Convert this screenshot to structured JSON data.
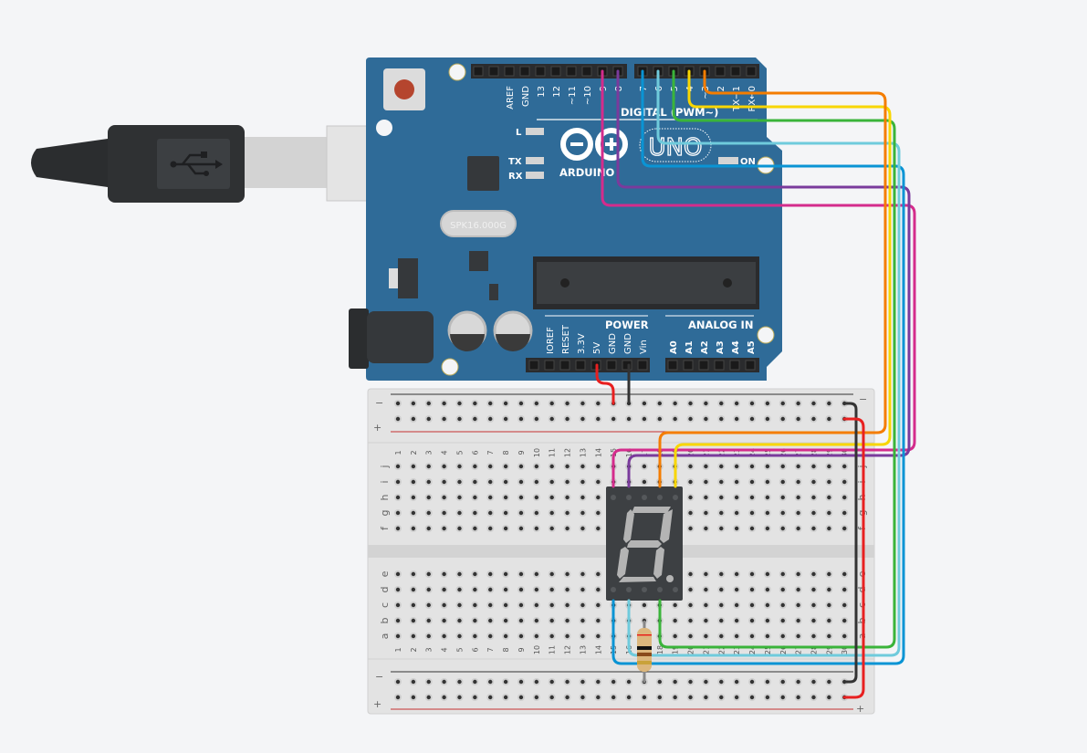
{
  "arduino": {
    "brand": "ARDUINO",
    "model": "UNO",
    "digital_label": "DIGITAL (PWM~)",
    "header_left_labels": [
      "AREF",
      "GND",
      "13",
      "12",
      "~11",
      "~10",
      "~9",
      "8"
    ],
    "header_right_labels": [
      "7",
      "~6",
      "~5",
      "4",
      "~3",
      "2",
      "TX→1",
      "RX←0"
    ],
    "led_l": "L",
    "led_tx": "TX",
    "led_rx": "RX",
    "led_on": "ON",
    "power_label": "POWER",
    "analog_label": "ANALOG IN",
    "power_pins": [
      "IOREF",
      "RESET",
      "3.3V",
      "5V",
      "GND",
      "GND",
      "Vin"
    ],
    "analog_pins": [
      "A0",
      "A1",
      "A2",
      "A3",
      "A4",
      "A5"
    ],
    "crystal": "SPK16.000G",
    "board_color": "#2f6b98"
  },
  "breadboard": {
    "top_rows": [
      "j",
      "i",
      "h",
      "g",
      "f"
    ],
    "bottom_rows": [
      "e",
      "d",
      "c",
      "b",
      "a"
    ],
    "columns": 30,
    "rail_minus": "−",
    "rail_plus": "+"
  },
  "seven_segment": {
    "segments_lit": [],
    "body_color": "#3d4043",
    "segment_color": "#b4b4b4"
  },
  "resistor": {
    "bands": [
      "#e8221b",
      "#111111",
      "#8a4b1c",
      "#c9a23a"
    ]
  },
  "wires": {
    "pin3": "#f47d00",
    "pin4": "#f8d600",
    "pin5": "#3ab43a",
    "pin6": "#6fcbdc",
    "pin7": "#0a94d4",
    "pin8": "#7a3b9c",
    "pin9": "#d42c8c",
    "power_5v": "#e82020",
    "ground": "#333333"
  }
}
